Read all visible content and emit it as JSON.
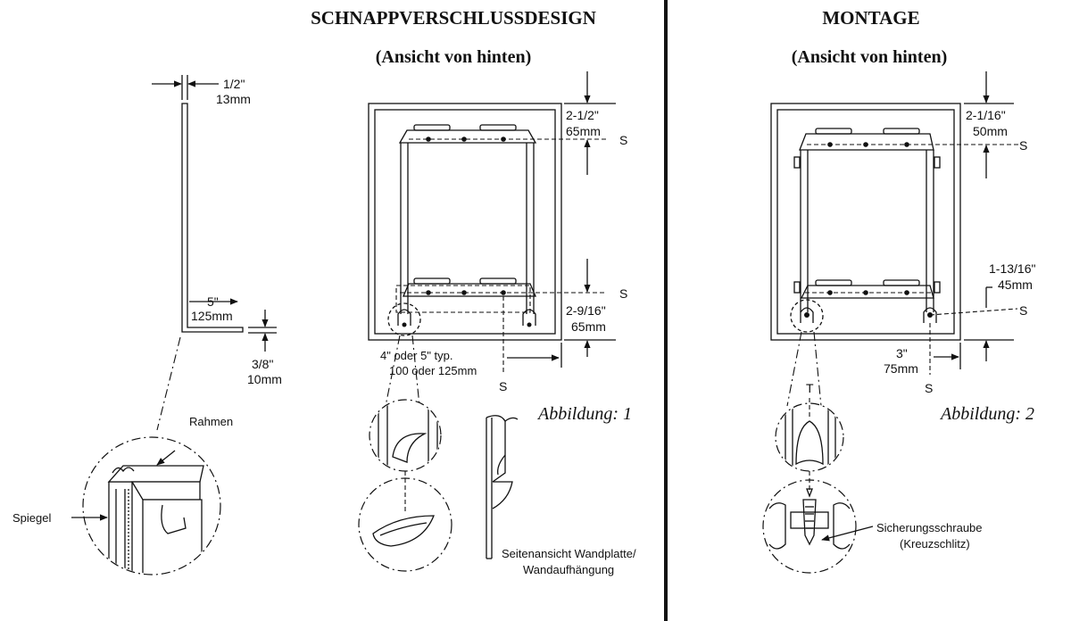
{
  "left_panel": {
    "title": "SCHNAPPVERSCHLUSSDESIGN",
    "subtitle": "(Ansicht von hinten)",
    "figure_label": "Abbildung: 1",
    "dims": {
      "top_thickness_in": "1/2\"",
      "top_thickness_mm": "13mm",
      "depth_in": "5\"",
      "depth_mm": "125mm",
      "base_in": "3/8\"",
      "base_mm": "10mm",
      "top_offset_in": "2-1/2\"",
      "top_offset_mm": "65mm",
      "bottom_offset_in": "2-9/16\"",
      "bottom_offset_mm": "65mm",
      "spacing_line1": "4\" oder 5\" typ.",
      "spacing_line2": "100 oder 125mm",
      "screw_mark": "S"
    },
    "labels": {
      "frame": "Rahmen",
      "mirror": "Spiegel",
      "side_view_line1": "Seitenansicht Wandplatte/",
      "side_view_line2": "Wandaufhängung"
    }
  },
  "right_panel": {
    "title": "MONTAGE",
    "subtitle": "(Ansicht von hinten)",
    "figure_label": "Abbildung: 2",
    "dims": {
      "top_offset_in": "2-1/16\"",
      "top_offset_mm": "50mm",
      "bottom_offset_in": "1-13/16\"",
      "bottom_offset_mm": "45mm",
      "side_in": "3\"",
      "side_mm": "75mm",
      "screw_mark": "S",
      "t_mark": "T"
    },
    "labels": {
      "screw_line1": "Sicherungsschraube",
      "screw_line2": "(Kreuzschlitz)"
    }
  }
}
